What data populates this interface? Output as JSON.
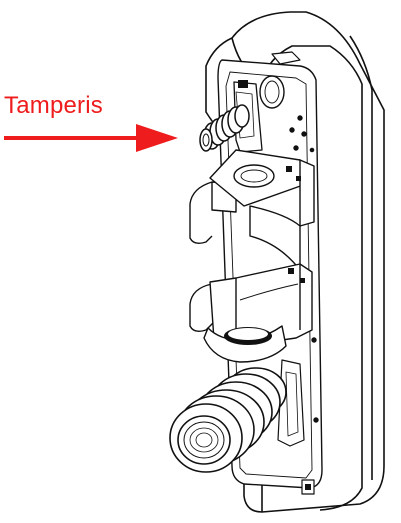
{
  "callout": {
    "label": "Tamperis",
    "color": "#ee1c1c"
  },
  "drawing": {
    "stroke": "#111111",
    "fill": "#ffffff",
    "shade": "#d9d9d9",
    "icons": [
      "tamper-spring",
      "battery-clip",
      "back-housing",
      "cable-spring"
    ]
  }
}
